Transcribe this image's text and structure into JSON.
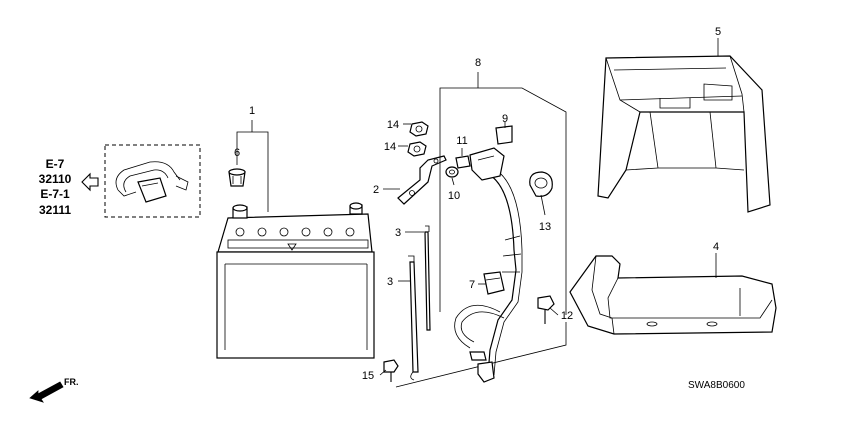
{
  "callouts": {
    "c1": "1",
    "c2": "2",
    "c3a": "3",
    "c3b": "3",
    "c4": "4",
    "c5": "5",
    "c6": "6",
    "c7": "7",
    "c8": "8",
    "c9": "9",
    "c10": "10",
    "c11": "11",
    "c12": "12",
    "c13": "13",
    "c14a": "14",
    "c14b": "14",
    "c15": "15"
  },
  "references": [
    "E-7",
    "32110",
    "E-7-1",
    "32111"
  ],
  "front_indicator": "FR.",
  "diagram_code": "SWA8B0600"
}
